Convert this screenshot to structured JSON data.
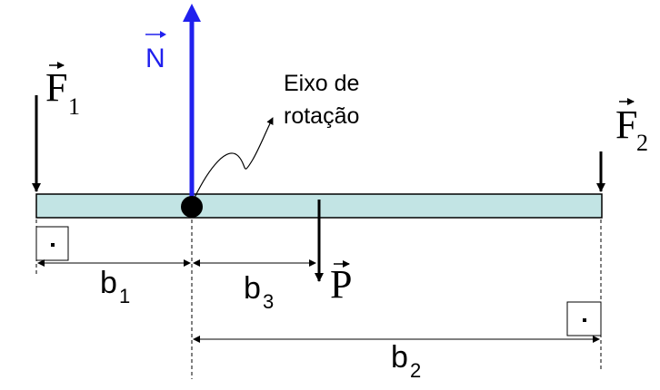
{
  "forces": {
    "F1": {
      "symbol": "F",
      "subscript": "1"
    },
    "F2": {
      "symbol": "F",
      "subscript": "2"
    },
    "P": {
      "symbol": "P"
    },
    "N": {
      "symbol": "N",
      "color": "#2020ee"
    }
  },
  "axis_label": {
    "line1": "Eixo de",
    "line2": "rotação"
  },
  "distances": {
    "b1": {
      "symbol": "b",
      "subscript": "1"
    },
    "b2": {
      "symbol": "b",
      "subscript": "2"
    },
    "b3": {
      "symbol": "b",
      "subscript": "3"
    }
  },
  "colors": {
    "beam_fill": "#c2e4e4",
    "normal_force": "#2020ee",
    "lines": "#000000"
  }
}
